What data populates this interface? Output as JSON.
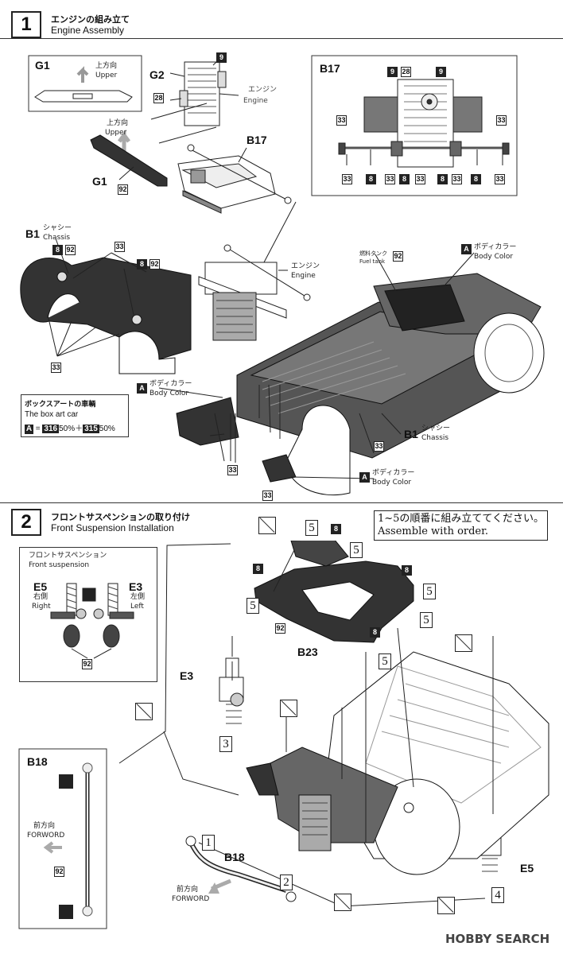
{
  "steps": [
    {
      "number": "1",
      "title_jp": "エンジンの組み立て",
      "title_en": "Engine Assembly"
    },
    {
      "number": "2",
      "title_jp": "フロントサスペンションの取り付け",
      "title_en": "Front Suspension Installation"
    }
  ],
  "step1": {
    "g1_inset": {
      "label": "G1",
      "up_jp": "上方向",
      "up_en": "Upper"
    },
    "g2": "G2",
    "part_9": "9",
    "part_28": "28",
    "engine_jp": "エンジン",
    "engine_en": "Engine",
    "up_jp": "上方向",
    "up_en": "Upper",
    "g1": "G1",
    "part_92": "92",
    "b17": "B17",
    "b17_inset": {
      "label": "B17",
      "parts": [
        "9",
        "28",
        "9",
        "33",
        "33",
        "33",
        "8",
        "33",
        "8",
        "33",
        "8",
        "33",
        "8",
        "33"
      ]
    },
    "b1_left": {
      "label": "B1",
      "jp": "シャシー",
      "en": "Chassis"
    },
    "parts_8_92": [
      "8",
      "92",
      "8",
      "92"
    ],
    "part_33": "33",
    "body_color_jp": "ボディカラー",
    "body_color_en": "Body Color",
    "color_code": "A",
    "fuel_tank_jp": "燃料タンク",
    "fuel_tank_en": "Fuel tank",
    "engine2_jp": "エンジン",
    "engine2_en": "Engine",
    "b1_right": {
      "label": "B1",
      "jp": "シャシー",
      "en": "Chassis"
    },
    "box_art": {
      "title_jp": "ボックスアートの車輌",
      "title_en": "The box art car",
      "letter": "A",
      "c1": "316",
      "p1": "50%",
      "plus": "＋",
      "c2": "315",
      "p2": "50%"
    }
  },
  "step2": {
    "note_jp": "1~5の順番に組み立ててください。",
    "note_en": "Assemble with order.",
    "inset": {
      "title_jp": "フロントサスペンション",
      "title_en": "Front suspension",
      "e5": "E5",
      "e5_jp": "右側",
      "e5_en": "Right",
      "e3": "E3",
      "e3_jp": "左側",
      "e3_en": "Left",
      "part": "92"
    },
    "b23": "B23",
    "e3": "E3",
    "e5": "E5",
    "b18": "B18",
    "b18_inset": {
      "label": "B18",
      "fwd_jp": "前方向",
      "fwd_en": "FORWORD",
      "part": "92"
    },
    "fwd_jp": "前方向",
    "fwd_en": "FORWORD",
    "order": [
      "1",
      "2",
      "3",
      "4",
      "5"
    ],
    "part_8": "8",
    "part_92": "92"
  },
  "watermark": "HOBBY SEARCH"
}
